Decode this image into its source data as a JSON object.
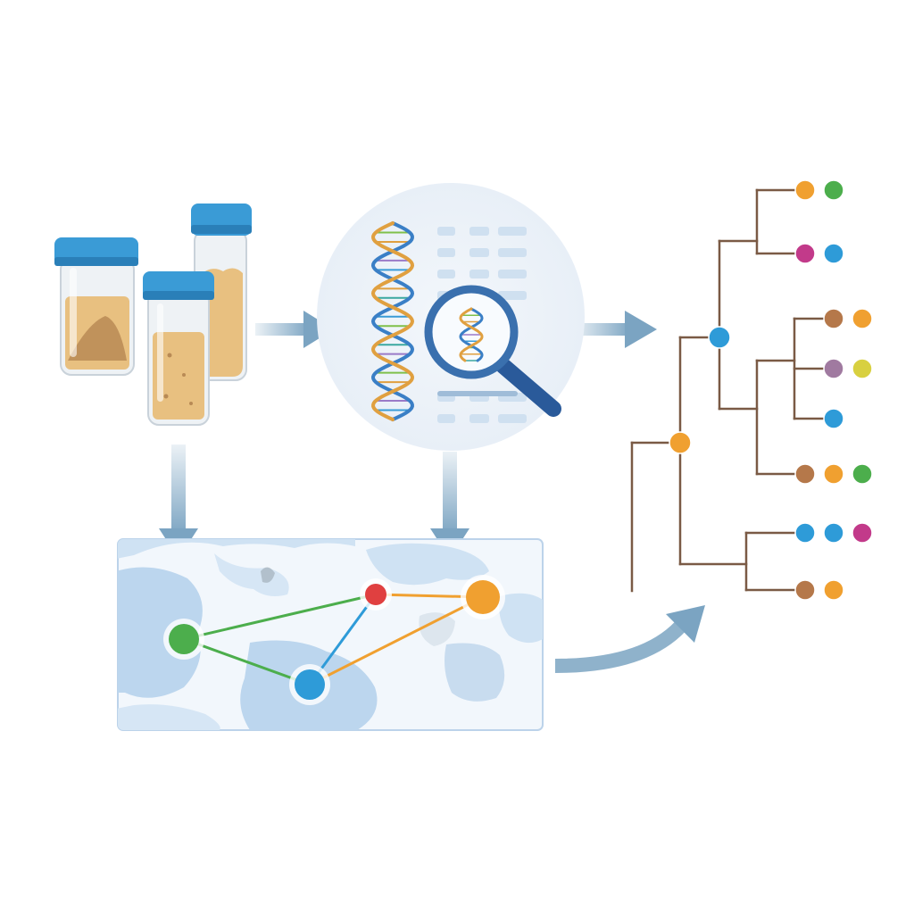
{
  "colors": {
    "background": "#ffffff",
    "jar_lid": "#3a9bd6",
    "jar_lid_dark": "#2a7fb8",
    "jar_glass": "#eef2f5",
    "sample_fill": "#e8c080",
    "sample_dark": "#b88a55",
    "arrow": "#7ba4c2",
    "panel_bg": "#f0f5fa",
    "map_land": "#bcd6ee",
    "map_border": "#bcd3ea",
    "tree_line": "#7a5a45",
    "lens_rim": "#3a70ae",
    "dna_strand_a": "#3a7fc6",
    "dna_strand_b": "#e0a040",
    "dna_rungs": [
      "#3a9bd6",
      "#7fc04a",
      "#e0a040",
      "#3aa8a0",
      "#9a7ac8"
    ],
    "node_orange": "#f0a030",
    "node_green": "#4cae4c",
    "node_blue": "#2e9bd8",
    "node_magenta": "#c23a8a",
    "node_brown": "#b5784a",
    "node_mauve": "#a07aa0",
    "node_yellow": "#d8d040",
    "node_red": "#e04040"
  },
  "icons": {
    "sample_jars": "sample-jar-icon",
    "dna": "dna-helix-icon",
    "magnifier": "magnifying-glass-icon",
    "map": "world-map-icon",
    "tree": "phylogenetic-tree-icon",
    "arrow": "flow-arrow-icon"
  },
  "sequence_lines": 14,
  "map_network": {
    "nodes": [
      {
        "id": "green",
        "color_key": "node_green"
      },
      {
        "id": "red",
        "color_key": "node_red"
      },
      {
        "id": "orange",
        "color_key": "node_orange"
      },
      {
        "id": "blue",
        "color_key": "node_blue"
      }
    ],
    "edges": [
      {
        "from": "green",
        "to": "red",
        "color_key": "node_green"
      },
      {
        "from": "green",
        "to": "blue",
        "color_key": "node_green"
      },
      {
        "from": "red",
        "to": "orange",
        "color_key": "node_orange"
      },
      {
        "from": "red",
        "to": "blue",
        "color_key": "node_blue"
      },
      {
        "from": "blue",
        "to": "orange",
        "color_key": "node_orange"
      }
    ]
  },
  "tree_leaves": [
    [
      "node_orange",
      "node_green"
    ],
    [
      "node_magenta",
      "node_blue"
    ],
    [
      "node_brown",
      "node_orange"
    ],
    [
      "node_mauve",
      "node_yellow"
    ],
    [
      "node_blue"
    ],
    [
      "node_brown",
      "node_orange",
      "node_green"
    ],
    [
      "node_blue",
      "node_blue",
      "node_magenta"
    ],
    [
      "node_brown",
      "node_orange"
    ]
  ],
  "tree_internal_nodes": [
    "node_blue",
    "node_orange"
  ]
}
